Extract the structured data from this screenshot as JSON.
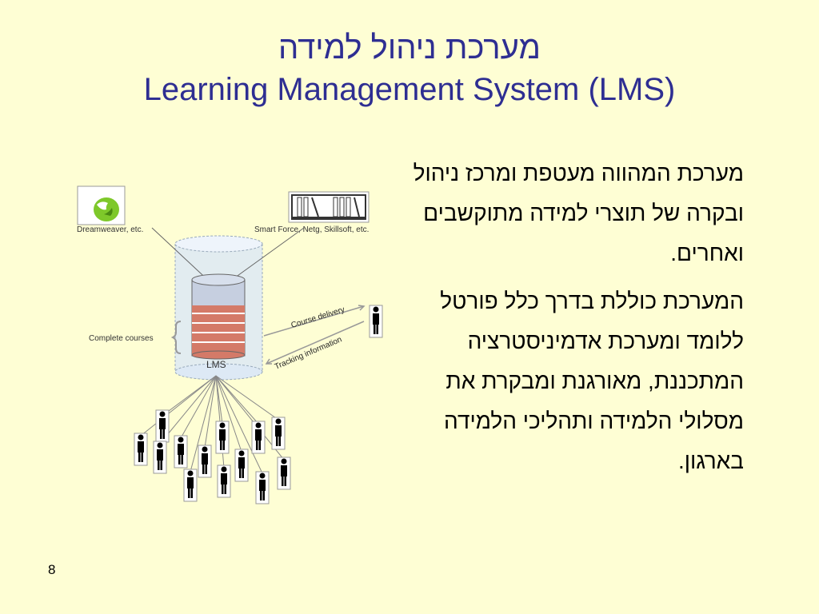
{
  "slide": {
    "title_he": "מערכת ניהול למידה",
    "title_en": "Learning Management System (LMS)",
    "paragraphs": [
      "מערכת המהווה מעטפת ומרכז ניהול ובקרה של תוצרי למידה מתוקשבים ואחרים.",
      "המערכת כוללת בדרך כלל פורטל ללומד ומערכת אדמיניסטרציה המתכננת, מאורגנת ומבקרת את מסלולי הלמידה ותהליכי הלמידה בארגון."
    ],
    "slide_number": "8"
  },
  "diagram": {
    "authoring_tool_label": "Dreamweaver, etc.",
    "content_vendor_label": "Smart Force, Netg, Skillsoft, etc.",
    "complete_courses_label": "Complete courses",
    "lms_label": "LMS",
    "course_delivery_label": "Course delivery",
    "tracking_label": "Tracking information",
    "icons": {
      "authoring": "dreamweaver-logo-icon",
      "vendor": "bookshelf-icon",
      "learner": "person-icon"
    }
  },
  "colors": {
    "title": "#2e2e92",
    "background": "#fefed4",
    "cylinder": "#dde9f5",
    "db_top": "#c6cfe0",
    "db_rings": "#d47a68"
  }
}
